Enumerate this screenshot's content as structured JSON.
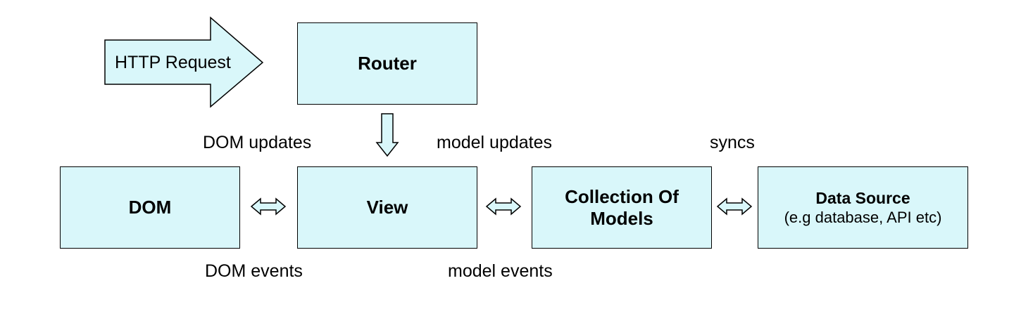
{
  "boxes": {
    "router": {
      "title": "Router"
    },
    "dom": {
      "title": "DOM"
    },
    "view": {
      "title": "View"
    },
    "collection": {
      "title_line1": "Collection Of",
      "title_line2": "Models"
    },
    "data_source": {
      "title": "Data Source",
      "subtitle": "(e.g database, API etc)"
    }
  },
  "arrows": {
    "http_request": "HTTP Request"
  },
  "labels": {
    "dom_updates": "DOM updates",
    "dom_events": "DOM events",
    "model_updates": "model updates",
    "model_events": "model events",
    "syncs": "syncs"
  },
  "colors": {
    "box_fill": "#d9f7fa",
    "stroke": "#000000"
  }
}
